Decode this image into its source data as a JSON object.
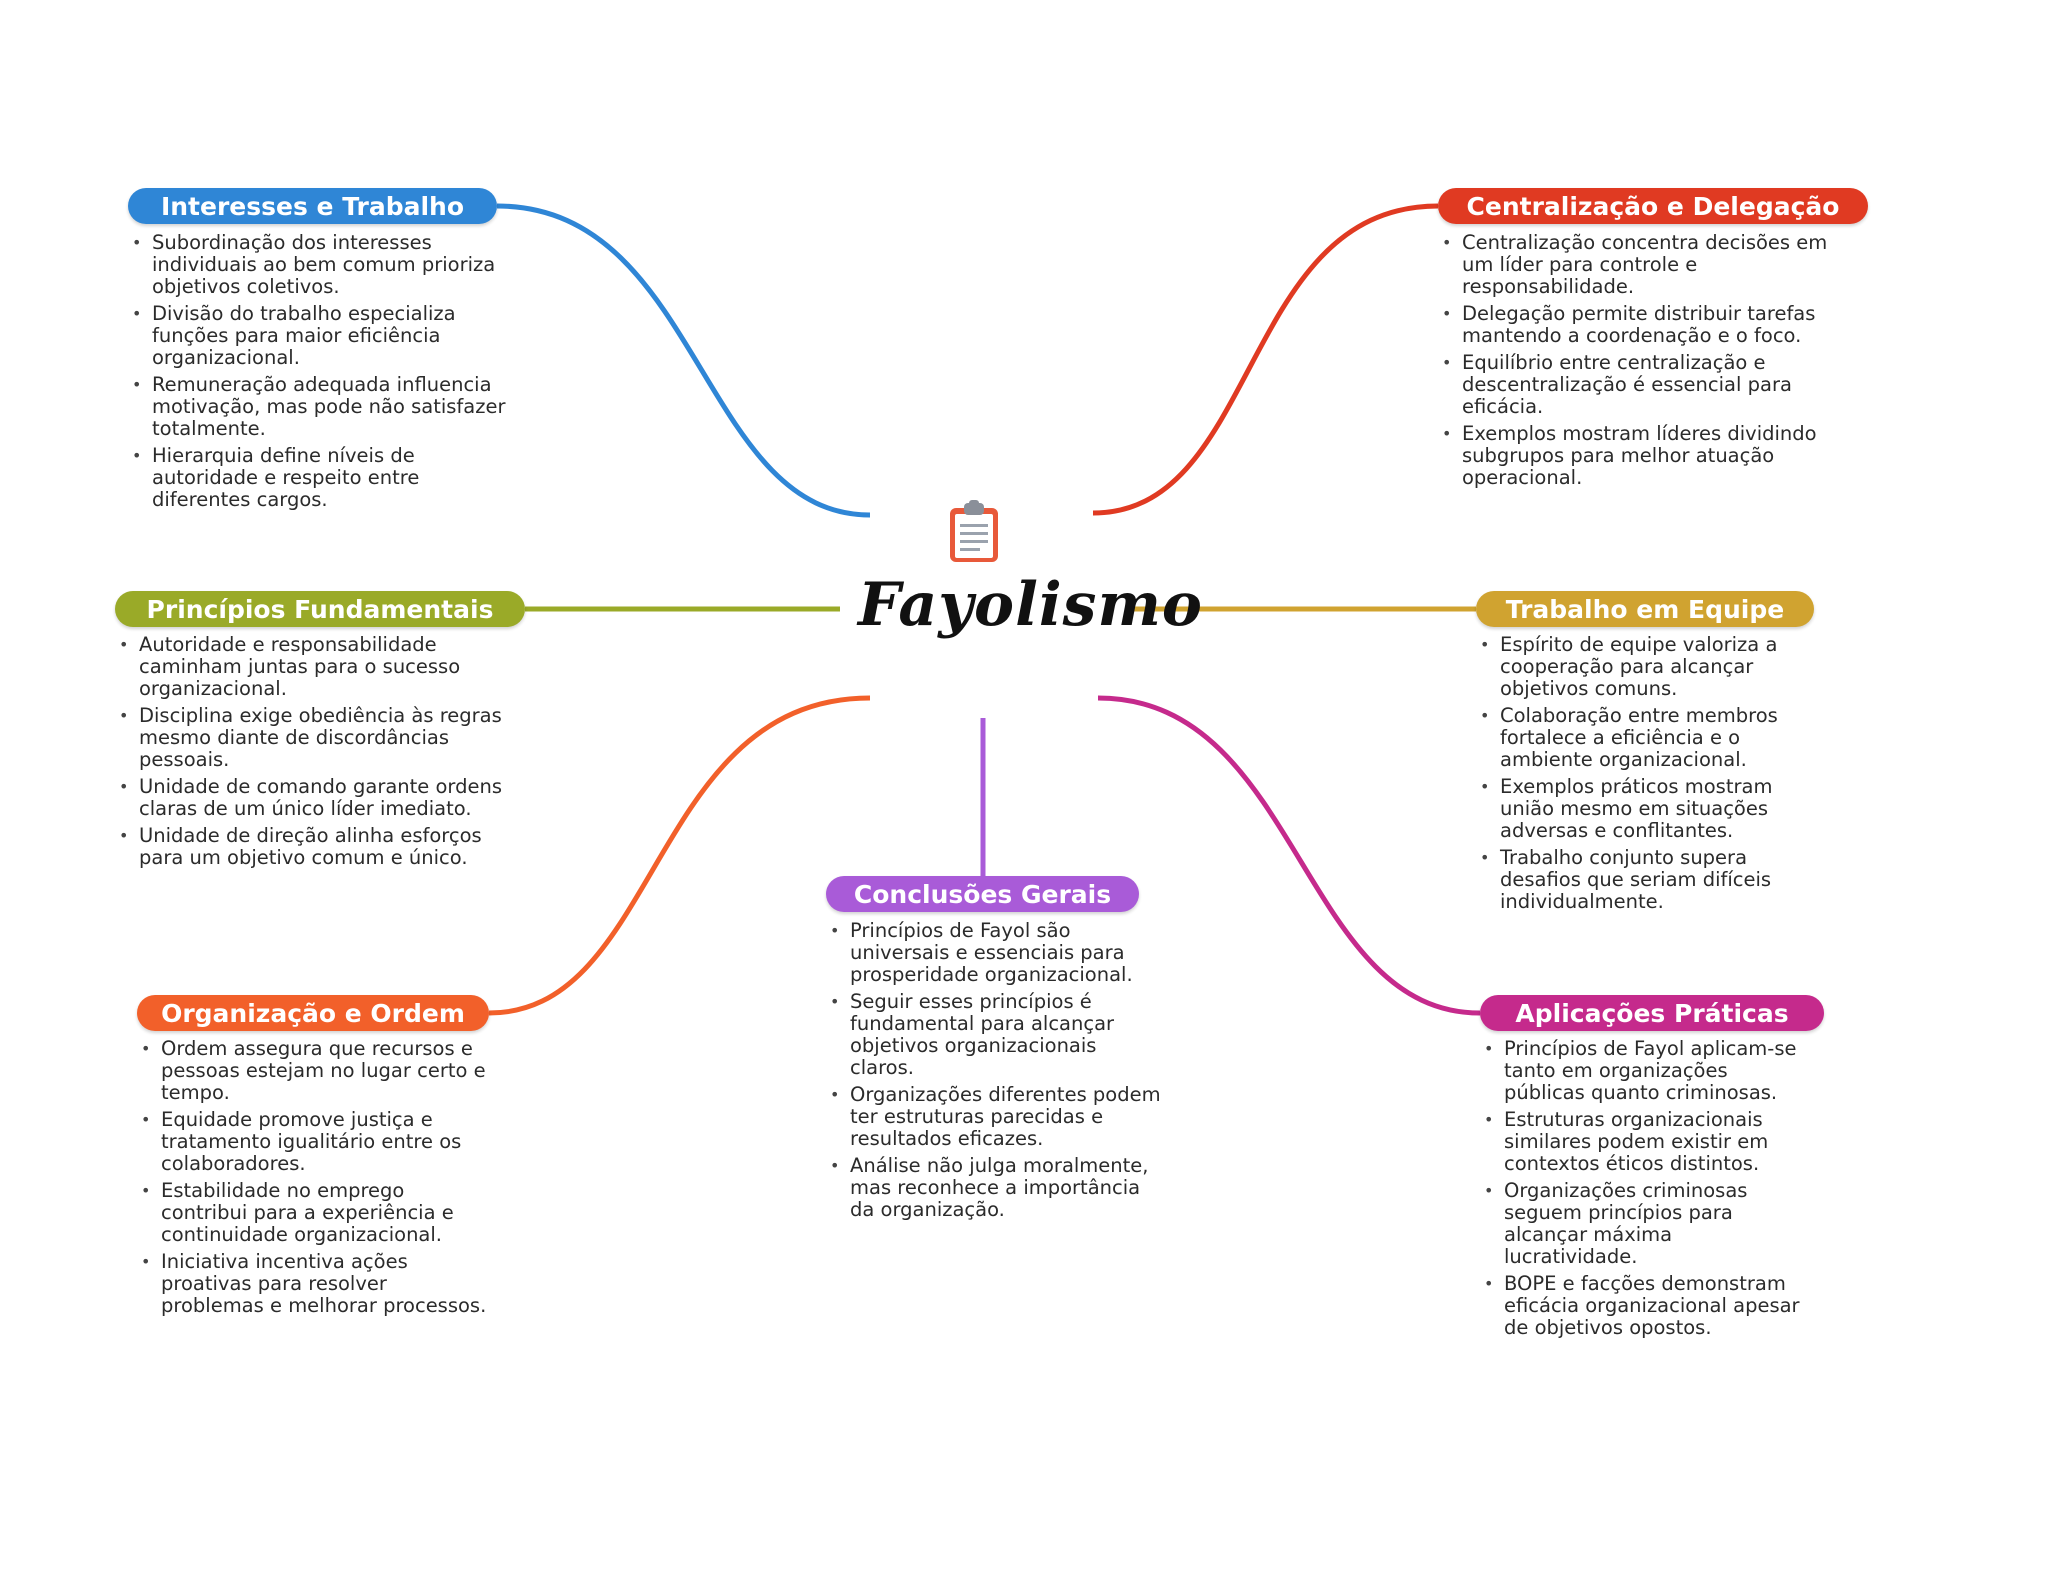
{
  "central": {
    "title": "Fayolismo",
    "icon": "clipboard-icon"
  },
  "branches": [
    {
      "id": "interesses",
      "color": "#2f86d6",
      "title": "Interesses e Trabalho",
      "bullets": [
        "Subordinação dos interesses individuais ao bem comum prioriza objetivos coletivos.",
        "Divisão do trabalho especializa funções para maior eficiência organizacional.",
        "Remuneração adequada influencia motivação, mas pode não satisfazer totalmente.",
        "Hierarquia define níveis de autoridade e respeito entre diferentes cargos."
      ]
    },
    {
      "id": "centralizacao",
      "color": "#e03a22",
      "title": "Centralização e Delegação",
      "bullets": [
        "Centralização concentra decisões em um líder para controle e responsabilidade.",
        "Delegação permite distribuir tarefas mantendo a coordenação e o foco.",
        "Equilíbrio entre centralização e descentralização é essencial para eficácia.",
        "Exemplos mostram líderes dividindo subgrupos para melhor atuação operacional."
      ]
    },
    {
      "id": "principios",
      "color": "#9aaa28",
      "title": "Princípios Fundamentais",
      "bullets": [
        "Autoridade e responsabilidade caminham juntas para o sucesso organizacional.",
        "Disciplina exige obediência às regras mesmo diante de discordâncias pessoais.",
        "Unidade de comando garante ordens claras de um único líder imediato.",
        "Unidade de direção alinha esforços para um objetivo comum e único."
      ]
    },
    {
      "id": "trabalho-equipe",
      "color": "#d0a330",
      "title": "Trabalho em Equipe",
      "bullets": [
        "Espírito de equipe valoriza a cooperação para alcançar objetivos comuns.",
        "Colaboração entre membros fortalece a eficiência e o ambiente organizacional.",
        "Exemplos práticos mostram união mesmo em situações adversas e conflitantes.",
        "Trabalho conjunto supera desafios que seriam difíceis individualmente."
      ]
    },
    {
      "id": "organizacao",
      "color": "#f2602a",
      "title": "Organização e Ordem",
      "bullets": [
        "Ordem assegura que recursos e pessoas estejam no lugar certo e tempo.",
        "Equidade promove justiça e tratamento igualitário entre os colaboradores.",
        "Estabilidade no emprego contribui para a experiência e continuidade organizacional.",
        "Iniciativa incentiva ações proativas para resolver problemas e melhorar processos."
      ]
    },
    {
      "id": "conclusoes",
      "color": "#a95bd8",
      "title": "Conclusões Gerais",
      "bullets": [
        "Princípios de Fayol são universais e essenciais para prosperidade organizacional.",
        "Seguir esses princípios é fundamental para alcançar objetivos organizacionais claros.",
        "Organizações diferentes podem ter estruturas parecidas e resultados eficazes.",
        "Análise não julga moralmente, mas reconhece a importância da organização."
      ]
    },
    {
      "id": "aplicacoes",
      "color": "#c52a8c",
      "title": "Aplicações Práticas",
      "bullets": [
        "Princípios de Fayol aplicam-se tanto em organizações públicas quanto criminosas.",
        "Estruturas organizacionais similares podem existir em contextos éticos distintos.",
        "Organizações criminosas seguem princípios para alcançar máxima lucratividade.",
        "BOPE e facções demonstram eficácia organizacional apesar de objetivos opostos."
      ]
    }
  ]
}
